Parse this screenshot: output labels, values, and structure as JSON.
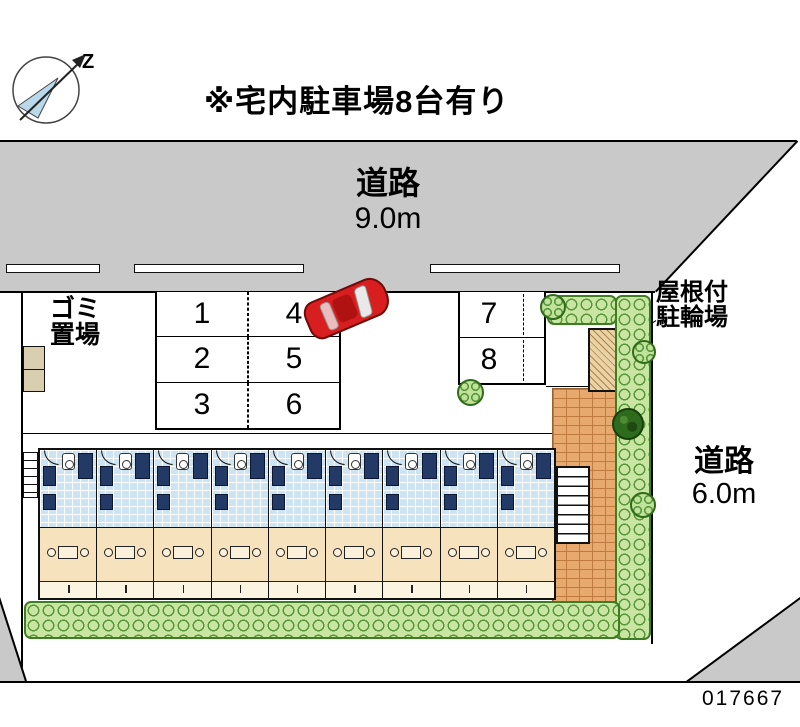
{
  "compass": {
    "north_letter": "Z"
  },
  "title": "※宅内駐車場8台有り",
  "roads": {
    "top": {
      "label": "道路",
      "width": "9.0m"
    },
    "right": {
      "label": "道路",
      "width": "6.0m"
    }
  },
  "parking": {
    "left_block": [
      "1",
      "4",
      "2",
      "5",
      "3",
      "6"
    ],
    "right_block": [
      "7",
      "8"
    ]
  },
  "labels": {
    "garbage_line1": "ゴミ",
    "garbage_line2": "置場",
    "bicycle_line1": "屋根付",
    "bicycle_line2": "駐輪場",
    "plan_number": "017667"
  },
  "building": {
    "unit_count": 9
  },
  "colors": {
    "road_gray": "#c9c9c9",
    "hedge_green": "#c8e6a2",
    "hedge_outline": "#3f7d22",
    "brick_orange": "#e7a96e",
    "tile_blue": "#cfe4f2",
    "fixture_navy": "#243a66",
    "room_tan": "#f6e2bd",
    "car_red": "#d81e1e"
  }
}
